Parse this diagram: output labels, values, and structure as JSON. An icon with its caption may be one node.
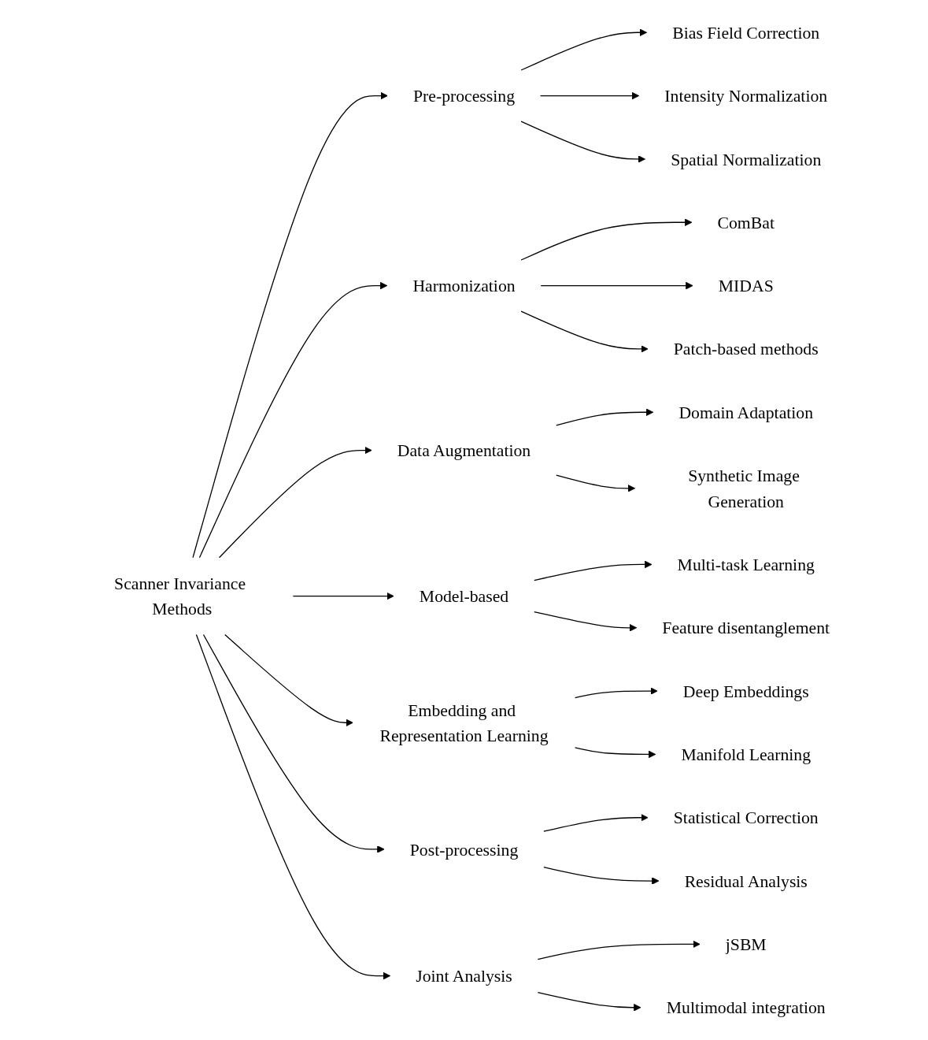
{
  "diagram": {
    "nodes": [
      {
        "text": [
          "Scanner Invariance Methods"
        ]
      },
      {
        "text": [
          "Pre-processing"
        ]
      },
      {
        "text": [
          "Bias Field Correction"
        ]
      },
      {
        "text": [
          "Intensity Normalization"
        ]
      },
      {
        "text": [
          "Spatial Normalization"
        ]
      },
      {
        "text": [
          "Harmonization"
        ]
      },
      {
        "text": [
          "ComBat"
        ]
      },
      {
        "text": [
          "MIDAS"
        ]
      },
      {
        "text": [
          "Patch-based methods"
        ]
      },
      {
        "text": [
          "Data Augmentation"
        ]
      },
      {
        "text": [
          "Domain Adaptation"
        ]
      },
      {
        "text": [
          "Synthetic Image Generation"
        ]
      },
      {
        "text": [
          "Model-based"
        ]
      },
      {
        "text": [
          "Multi-task Learning"
        ]
      },
      {
        "text": [
          "Feature disentanglement"
        ]
      },
      {
        "text": [
          "Embedding and Representation Learning"
        ]
      },
      {
        "text": [
          "Deep Embeddings"
        ]
      },
      {
        "text": [
          "Manifold Learning"
        ]
      },
      {
        "text": [
          "Post-processing"
        ]
      },
      {
        "text": [
          "Statistical Correction"
        ]
      },
      {
        "text": [
          "Residual Analysis"
        ]
      },
      {
        "text": [
          "Joint Analysis"
        ]
      },
      {
        "text": [
          "jSBM"
        ]
      },
      {
        "text": [
          "Multimodal integration"
        ]
      }
    ],
    "edges": [
      {
        "from": 0,
        "to": 1,
        "arrow": "to"
      },
      {
        "from": 1,
        "to": 2,
        "arrow": "to"
      },
      {
        "from": 1,
        "to": 3,
        "arrow": "to"
      },
      {
        "from": 1,
        "to": 4,
        "arrow": "to"
      },
      {
        "from": 0,
        "to": 5,
        "arrow": "to"
      },
      {
        "from": 5,
        "to": 6,
        "arrow": "to"
      },
      {
        "from": 5,
        "to": 7,
        "arrow": "to"
      },
      {
        "from": 5,
        "to": 8,
        "arrow": "to"
      },
      {
        "from": 0,
        "to": 9,
        "arrow": "to"
      },
      {
        "from": 9,
        "to": 10,
        "arrow": "to"
      },
      {
        "from": 9,
        "to": 11,
        "arrow": "to"
      },
      {
        "from": 0,
        "to": 12,
        "arrow": "to"
      },
      {
        "from": 12,
        "to": 13,
        "arrow": "to"
      },
      {
        "from": 12,
        "to": 14,
        "arrow": "to"
      },
      {
        "from": 0,
        "to": 15,
        "arrow": "to"
      },
      {
        "from": 15,
        "to": 16,
        "arrow": "to"
      },
      {
        "from": 15,
        "to": 17,
        "arrow": "to"
      },
      {
        "from": 0,
        "to": 18,
        "arrow": "to"
      },
      {
        "from": 18,
        "to": 19,
        "arrow": "to"
      },
      {
        "from": 18,
        "to": 20,
        "arrow": "to"
      },
      {
        "from": 0,
        "to": 21,
        "arrow": "to"
      },
      {
        "from": 21,
        "to": 22,
        "arrow": "to"
      },
      {
        "from": 21,
        "to": 23,
        "arrow": "to"
      }
    ]
  }
}
